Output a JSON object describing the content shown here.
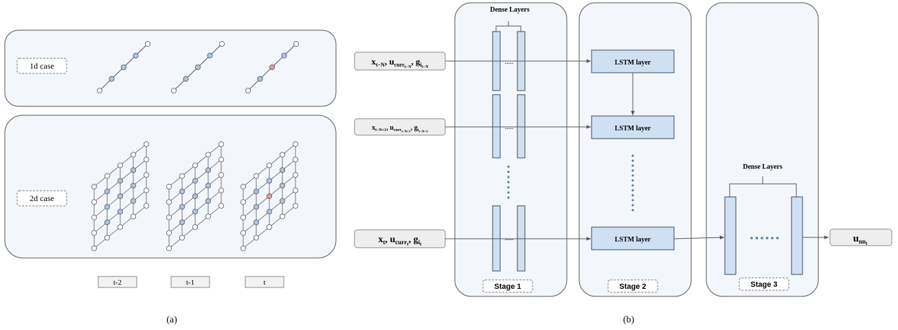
{
  "panel_a": {
    "case_1d": "1d case",
    "case_2d": "2d case",
    "time_labels": [
      "t-2",
      "t-1",
      "t"
    ],
    "caption": "(a)"
  },
  "panel_b": {
    "dense_layers_top": "Dense Layers",
    "dense_layers_right": "Dense Layers",
    "inputs": [
      {
        "main": "x",
        "sub_main": "t−N",
        "rest": ", u",
        "rest_sub": "curr",
        "rest_sub2": "t−N",
        "tail": ", g",
        "tail_sub": "i",
        "tail_sub2": "t−N"
      },
      {
        "main": "x",
        "sub_main": "t−N+1",
        "rest": ", u",
        "rest_sub": "curr",
        "rest_sub2": "t−N+1",
        "tail": ", g",
        "tail_sub": "i",
        "tail_sub2": "t−N+1"
      },
      {
        "main": "x",
        "sub_main": "t",
        "rest": ", u",
        "rest_sub": "curr",
        "rest_sub2": "t",
        "tail": ", g",
        "tail_sub": "i",
        "tail_sub2": "t"
      }
    ],
    "lstm_label": "LSTM layer",
    "stages": [
      "Stage 1",
      "Stage 2",
      "Stage 3"
    ],
    "output_main": "u",
    "output_sub": "nn",
    "output_sub2": "t",
    "caption": "(b)",
    "ellipsis": "....."
  },
  "colors": {
    "panel_fill": "#f3f6fb",
    "panel_stroke": "#555555",
    "node_blue": "#a9c4e6",
    "node_red": "#e79a9a",
    "layer_fill": "#cfe0f2",
    "layer_stroke": "#3a4a5a"
  }
}
